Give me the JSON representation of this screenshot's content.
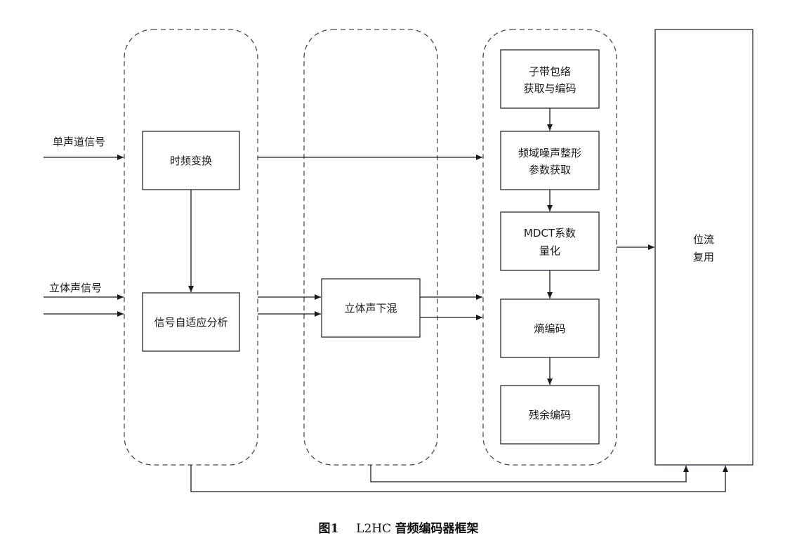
{
  "inputs": {
    "mono_signal": "单声道信号",
    "stereo_signal": "立体声信号"
  },
  "blocks": {
    "tf_transform": "时频变换",
    "adaptive_analysis": "信号自适应分析",
    "stereo_downmix": "立体声下混",
    "subband_envelope": [
      "子带包络",
      "获取与编码"
    ],
    "noise_shaping": [
      "频域噪声整形",
      "参数获取"
    ],
    "mdct_quant": [
      "MDCT系数",
      "量化"
    ],
    "entropy_coding": "熵编码",
    "residual_coding": "残余编码",
    "bitstream_mux": [
      "位流",
      "复用"
    ]
  },
  "caption": {
    "figure_label": "图1",
    "title_code": "L2HC",
    "title_text": "音频编码器框架"
  }
}
